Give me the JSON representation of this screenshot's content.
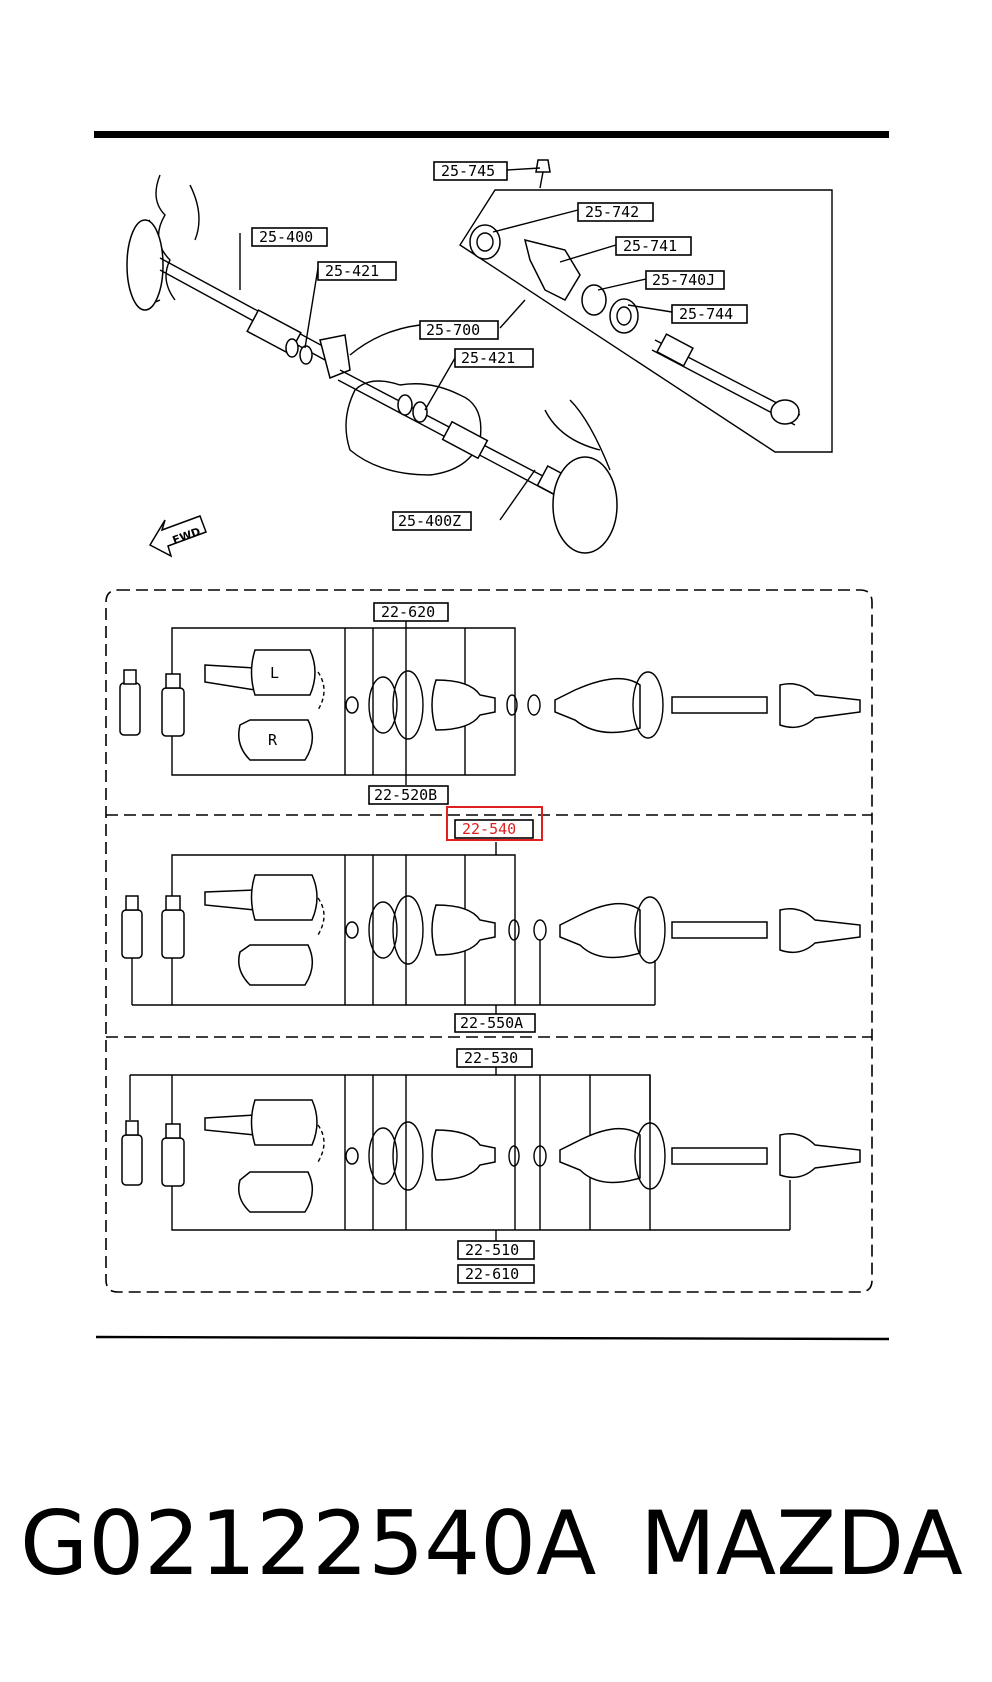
{
  "diagram": {
    "top_labels": [
      "25-745",
      "25-742",
      "25-400",
      "25-421",
      "25-741",
      "25-740J",
      "25-744",
      "25-700",
      "25-421",
      "25-400Z"
    ],
    "fwd_label": "FWD",
    "kit_labels": [
      "22-620",
      "22-520B",
      "22-540",
      "22-550A",
      "22-530",
      "22-510",
      "22-610"
    ],
    "joint_letters": [
      "L",
      "R"
    ],
    "highlight_color": "#e02020"
  },
  "caption": {
    "part_number": "G02122540A",
    "brand": "MAZDA"
  }
}
